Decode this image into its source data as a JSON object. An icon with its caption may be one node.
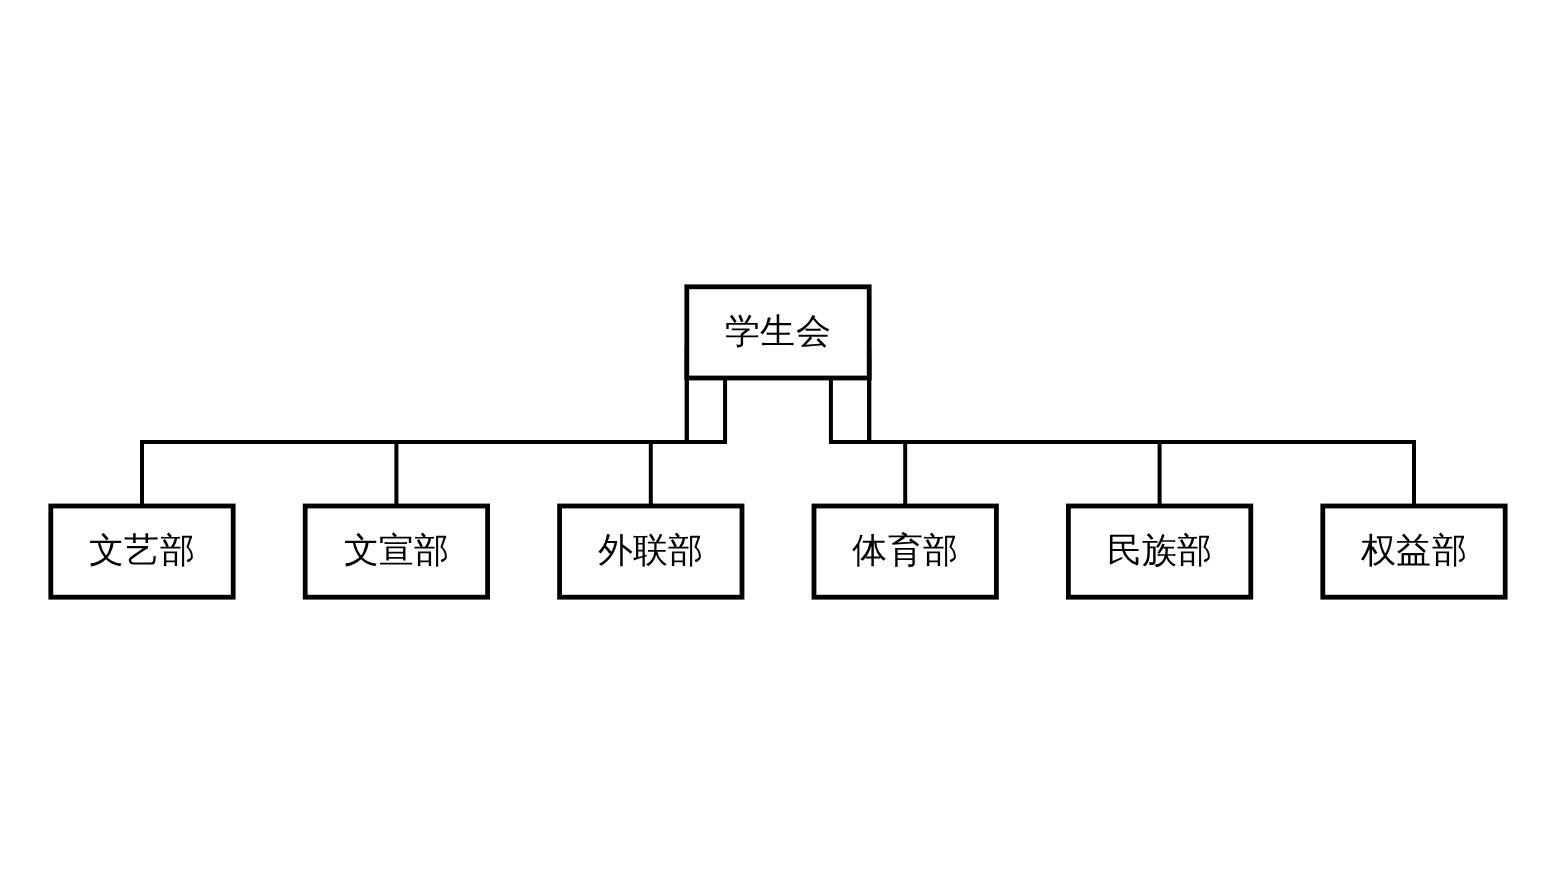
{
  "diagram": {
    "nodes": [
      {
        "text": [
          "学生会"
        ]
      },
      {
        "text": [
          "文艺部"
        ]
      },
      {
        "text": [
          "文宣部"
        ]
      },
      {
        "text": [
          "外联部"
        ]
      },
      {
        "text": [
          "体育部"
        ]
      },
      {
        "text": [
          "民族部"
        ]
      },
      {
        "text": [
          "权益部"
        ]
      }
    ],
    "edges": [
      {
        "from": 0,
        "to": 1,
        "arrow": "none"
      },
      {
        "from": 0,
        "to": 2,
        "arrow": "none"
      },
      {
        "from": 0,
        "to": 3,
        "arrow": "none"
      },
      {
        "from": 0,
        "to": 4,
        "arrow": "none"
      },
      {
        "from": 0,
        "to": 5,
        "arrow": "none"
      },
      {
        "from": 0,
        "to": 6,
        "arrow": "none"
      }
    ]
  }
}
